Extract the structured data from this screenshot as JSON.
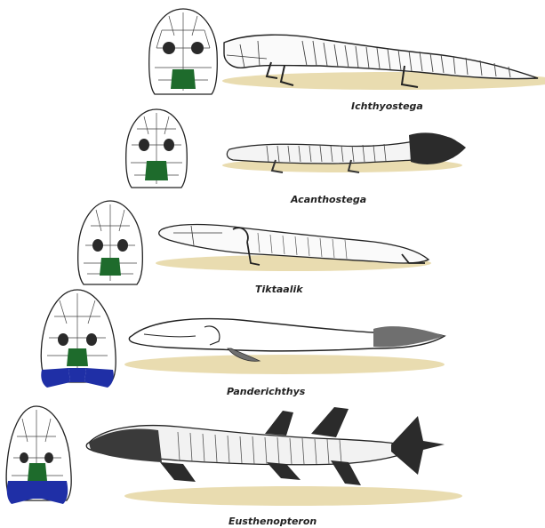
{
  "figure": {
    "taxa": [
      {
        "name": "Ichthyostega"
      },
      {
        "name": "Acanthostega"
      },
      {
        "name": "Tiktaalik"
      },
      {
        "name": "Panderichthys"
      },
      {
        "name": "Eusthenopteron"
      }
    ]
  },
  "colors": {
    "ground": "#e9dcb0",
    "skull_green": "#1e6b2c",
    "skull_blue": "#1f2fa6",
    "ink": "#222222",
    "fin_gray": "#6f6f6f",
    "dark_fin": "#2b2b2b"
  }
}
